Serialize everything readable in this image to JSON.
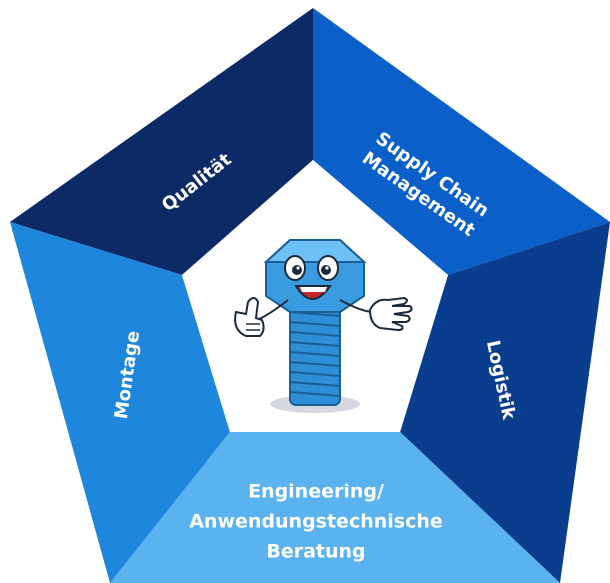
{
  "segments": [
    {
      "id": "qualitaet",
      "label": "Qualität",
      "color": "#0b2a66"
    },
    {
      "id": "scm",
      "label_lines": [
        "Supply Chain",
        "Management"
      ],
      "color": "#0a5fc8"
    },
    {
      "id": "logistik",
      "label": "Logistik",
      "color": "#0b3d8f"
    },
    {
      "id": "engineering",
      "label_lines": [
        "Engineering/",
        "Anwendungstechnische",
        "Beratung"
      ],
      "color": "#5ab2ef"
    },
    {
      "id": "montage",
      "label": "Montage",
      "color": "#1f86dd"
    }
  ],
  "center": {
    "image": "bolt-mascot-icon",
    "fill_color": "#ffffff"
  }
}
